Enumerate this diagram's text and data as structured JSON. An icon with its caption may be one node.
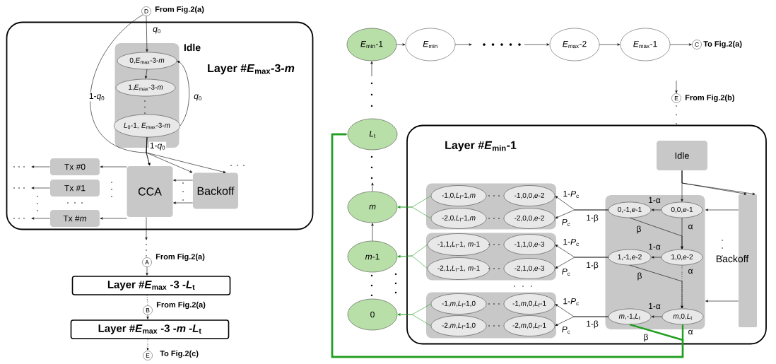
{
  "diagram": {
    "nodes": [
      {
        "text": [
          "D"
        ],
        "beside": [
          "From Fig.2(a)"
        ]
      },
      {
        "text": [
          "Layer #*E*$_{max}$-3-*m*"
        ]
      },
      {
        "text": [
          "Idle"
        ],
        "in": 1
      },
      {
        "text": [
          "0,*E*$_{max}$-3-*m*"
        ],
        "in": 2
      },
      {
        "text": [
          "1,*E*$_{max}$-3-*m*"
        ],
        "in": 2
      },
      {
        "text": [
          "*L*$_{0}$-1, *E*$_{max}$-3-*m*"
        ],
        "in": 2
      },
      {
        "text": [
          "CCA"
        ],
        "in": 1
      },
      {
        "text": [
          "Backoff"
        ],
        "in": 1
      },
      {
        "text": [
          "Tx #0"
        ],
        "in": 1
      },
      {
        "text": [
          "Tx #1"
        ],
        "in": 1
      },
      {
        "text": [
          "Tx #*m*"
        ],
        "in": 1
      },
      {
        "text": [
          "A"
        ],
        "beside": [
          "From Fig.2(a)"
        ]
      },
      {
        "text": [
          "Layer #*E*$_{max}$ -3 -*L*$_{t}$"
        ]
      },
      {
        "text": [
          "B"
        ],
        "beside": [
          "From Fig.2(a)"
        ]
      },
      {
        "text": [
          "Layer #*E*$_{max}$ -3 -*m* -*L*$_{t}$"
        ]
      },
      {
        "text": [
          "E"
        ],
        "beside": [
          "To Fig.2(c)"
        ]
      },
      {
        "text": [
          "*E*$_{min}$-1"
        ]
      },
      {
        "text": [
          "*E*$_{min}$"
        ]
      },
      {
        "text": [
          "*E*$_{max}$-2"
        ]
      },
      {
        "text": [
          "*E*$_{max}$-1"
        ]
      },
      {
        "text": [
          "C"
        ],
        "beside": [
          "To Fig.2(a)"
        ]
      },
      {
        "text": [
          "E"
        ],
        "beside": [
          "From Fig.2(b)"
        ]
      },
      {
        "text": [
          "*L*$_{t}$"
        ]
      },
      {
        "text": [
          "*m*"
        ]
      },
      {
        "text": [
          "*m*-1"
        ]
      },
      {
        "text": [
          "0"
        ]
      },
      {
        "text": [
          "Layer #*E*$_{min}$-1"
        ]
      },
      {
        "text": [
          "Idle"
        ],
        "in": 26
      },
      {
        "text": [
          "Backoff"
        ],
        "in": 26
      },
      {
        "text": [],
        "shape": "box",
        "in": 26
      },
      {
        "text": [
          "0,0,*e*-1"
        ],
        "in": 29
      },
      {
        "text": [
          "0,-1,*e*-1"
        ],
        "in": 29
      },
      {
        "text": [
          "1,0,*e*-2"
        ],
        "in": 29
      },
      {
        "text": [
          "1,-1,*e*-2"
        ],
        "in": 29
      },
      {
        "text": [
          "*m*,0,*L*$_{t}$"
        ],
        "in": 29
      },
      {
        "text": [
          "*m*,-1,*L*$_{t}$"
        ],
        "in": 29
      },
      {
        "text": [],
        "shape": "box",
        "in": 26
      },
      {
        "text": [
          "-1,0,*L*$_{f}$-1,*m*"
        ],
        "in": 36
      },
      {
        "text": [
          "-1,0,0,*e*-2"
        ],
        "in": 36
      },
      {
        "text": [
          "-2,0,*L*$_{f}$-1,*m*"
        ],
        "in": 36
      },
      {
        "text": [
          "-2,0,0,*e*-2"
        ],
        "in": 36
      },
      {
        "text": [],
        "shape": "box",
        "in": 26
      },
      {
        "text": [
          "-1,1,*L*$_{f}$-1, *m*-1"
        ],
        "in": 41
      },
      {
        "text": [
          "-1,1,0,*e*-3"
        ],
        "in": 41
      },
      {
        "text": [
          "-2,1,*L*$_{f}$-1, *m*-1"
        ],
        "in": 41
      },
      {
        "text": [
          "-2,1,0,*e*-3"
        ],
        "in": 41
      },
      {
        "text": [],
        "shape": "box",
        "in": 26
      },
      {
        "text": [
          "-1,*m*,*L*$_{f}$-1,0"
        ],
        "in": 46
      },
      {
        "text": [
          "-1,*m*,0,*L*$_{f}$-1"
        ],
        "in": 46
      },
      {
        "text": [
          "-2,*m*,*L*$_{f}$-1,0"
        ],
        "in": 46
      },
      {
        "text": [
          "-2,*m*,0,*L*$_{f}$-1"
        ],
        "in": 46
      }
    ],
    "edges": [
      {
        "from": 0,
        "to": 3,
        "arrow": "to",
        "label": "*q*$_{0}$"
      },
      {
        "from": 0,
        "to": 6,
        "arrow": "to",
        "label": "1-*q*$_{0}$"
      },
      {
        "from": 3,
        "to": 4,
        "arrow": "to"
      },
      {
        "from": 5,
        "to": 3,
        "arrow": "to",
        "label": "*q*$_{0}$"
      },
      {
        "from": 5,
        "to": 6,
        "arrow": "to",
        "label": "1-*q*$_{0}$"
      },
      {
        "from": 5,
        "to": 7,
        "arrow": "to"
      },
      {
        "from": 5,
        "to": 7,
        "arrow": "to"
      },
      {
        "from": 6,
        "to": 8,
        "arrow": "to"
      },
      {
        "from": 6,
        "to": 10,
        "arrow": "to"
      },
      {
        "from": 7,
        "to": 6,
        "arrow": "to"
      },
      {
        "from": 7,
        "to": 6,
        "arrow": "to"
      },
      {
        "from": 8,
        "to": null,
        "arrow": "to"
      },
      {
        "from": 9,
        "to": null,
        "arrow": "to"
      },
      {
        "from": 10,
        "to": null,
        "arrow": "to"
      },
      {
        "from": 6,
        "to": null,
        "arrow": "to"
      },
      {
        "from": 11,
        "to": 12,
        "arrow": "to"
      },
      {
        "from": 12,
        "to": 13,
        "arrow": "none",
        "style": "dashed"
      },
      {
        "from": 13,
        "to": 14,
        "arrow": "to"
      },
      {
        "from": 14,
        "to": 15,
        "arrow": "to",
        "style": "dashed"
      },
      {
        "from": 16,
        "to": 17,
        "arrow": "to"
      },
      {
        "from": 17,
        "to": null,
        "arrow": "to"
      },
      {
        "from": null,
        "to": 18,
        "arrow": "to"
      },
      {
        "from": 18,
        "to": 19,
        "arrow": "to"
      },
      {
        "from": 19,
        "to": 20,
        "arrow": "to"
      },
      {
        "from": null,
        "to": 16,
        "arrow": "to"
      },
      {
        "from": 23,
        "to": null,
        "arrow": "to"
      },
      {
        "from": 24,
        "to": 23,
        "arrow": "to"
      },
      {
        "from": null,
        "to": 21,
        "arrow": "to"
      },
      {
        "from": 27,
        "to": 30,
        "arrow": "to"
      },
      {
        "from": 27,
        "to": 28,
        "arrow": "to"
      },
      {
        "from": 27,
        "to": 28,
        "arrow": "to"
      },
      {
        "from": 28,
        "to": 29,
        "arrow": "to"
      },
      {
        "from": 28,
        "to": 29,
        "arrow": "to"
      },
      {
        "from": 30,
        "to": 31,
        "arrow": "to",
        "label": "1-α"
      },
      {
        "from": 30,
        "to": 32,
        "arrow": "to",
        "label": "α"
      },
      {
        "from": 31,
        "to": 32,
        "arrow": "to",
        "label": "β"
      },
      {
        "from": 32,
        "to": 33,
        "arrow": "to",
        "label": "1-α"
      },
      {
        "from": 32,
        "to": 34,
        "arrow": "to",
        "label": "α",
        "style": "dashed"
      },
      {
        "from": 33,
        "to": 34,
        "arrow": "to",
        "label": "β"
      },
      {
        "from": 34,
        "to": 35,
        "arrow": "to",
        "label": "1-α"
      },
      {
        "from": 34,
        "to": 22,
        "arrow": "to",
        "label": "α",
        "style": "thick",
        "color": "#1f9e1f"
      },
      {
        "from": 35,
        "to": 22,
        "arrow": "to",
        "label": "β",
        "style": "thick",
        "color": "#1f9e1f"
      },
      {
        "from": 31,
        "to": 38,
        "arrow": "to",
        "label": "1-*P*$_{c}$"
      },
      {
        "from": 31,
        "to": 40,
        "arrow": "to",
        "label": "*P*$_{c}$"
      },
      {
        "from": 33,
        "to": 43,
        "arrow": "to",
        "label": "1-*P*$_{c}$"
      },
      {
        "from": 33,
        "to": 45,
        "arrow": "to",
        "label": "*P*$_{c}$"
      },
      {
        "from": 35,
        "to": 48,
        "arrow": "to",
        "label": "1-*P*$_{c}$"
      },
      {
        "from": 35,
        "to": 50,
        "arrow": "to",
        "label": "*P*$_{c}$"
      },
      {
        "from": 37,
        "to": 23,
        "arrow": "to",
        "color": "#1f9e1f"
      },
      {
        "from": 39,
        "to": 23,
        "arrow": "to",
        "color": "#1f9e1f"
      },
      {
        "from": 42,
        "to": 24,
        "arrow": "to",
        "color": "#1f9e1f"
      },
      {
        "from": 44,
        "to": 24,
        "arrow": "to",
        "color": "#1f9e1f"
      },
      {
        "from": 47,
        "to": 25,
        "arrow": "to",
        "color": "#1f9e1f"
      },
      {
        "from": 49,
        "to": 25,
        "arrow": "to",
        "color": "#1f9e1f"
      }
    ],
    "labels": [
      "1-β",
      "1-β",
      "1-β"
    ]
  }
}
